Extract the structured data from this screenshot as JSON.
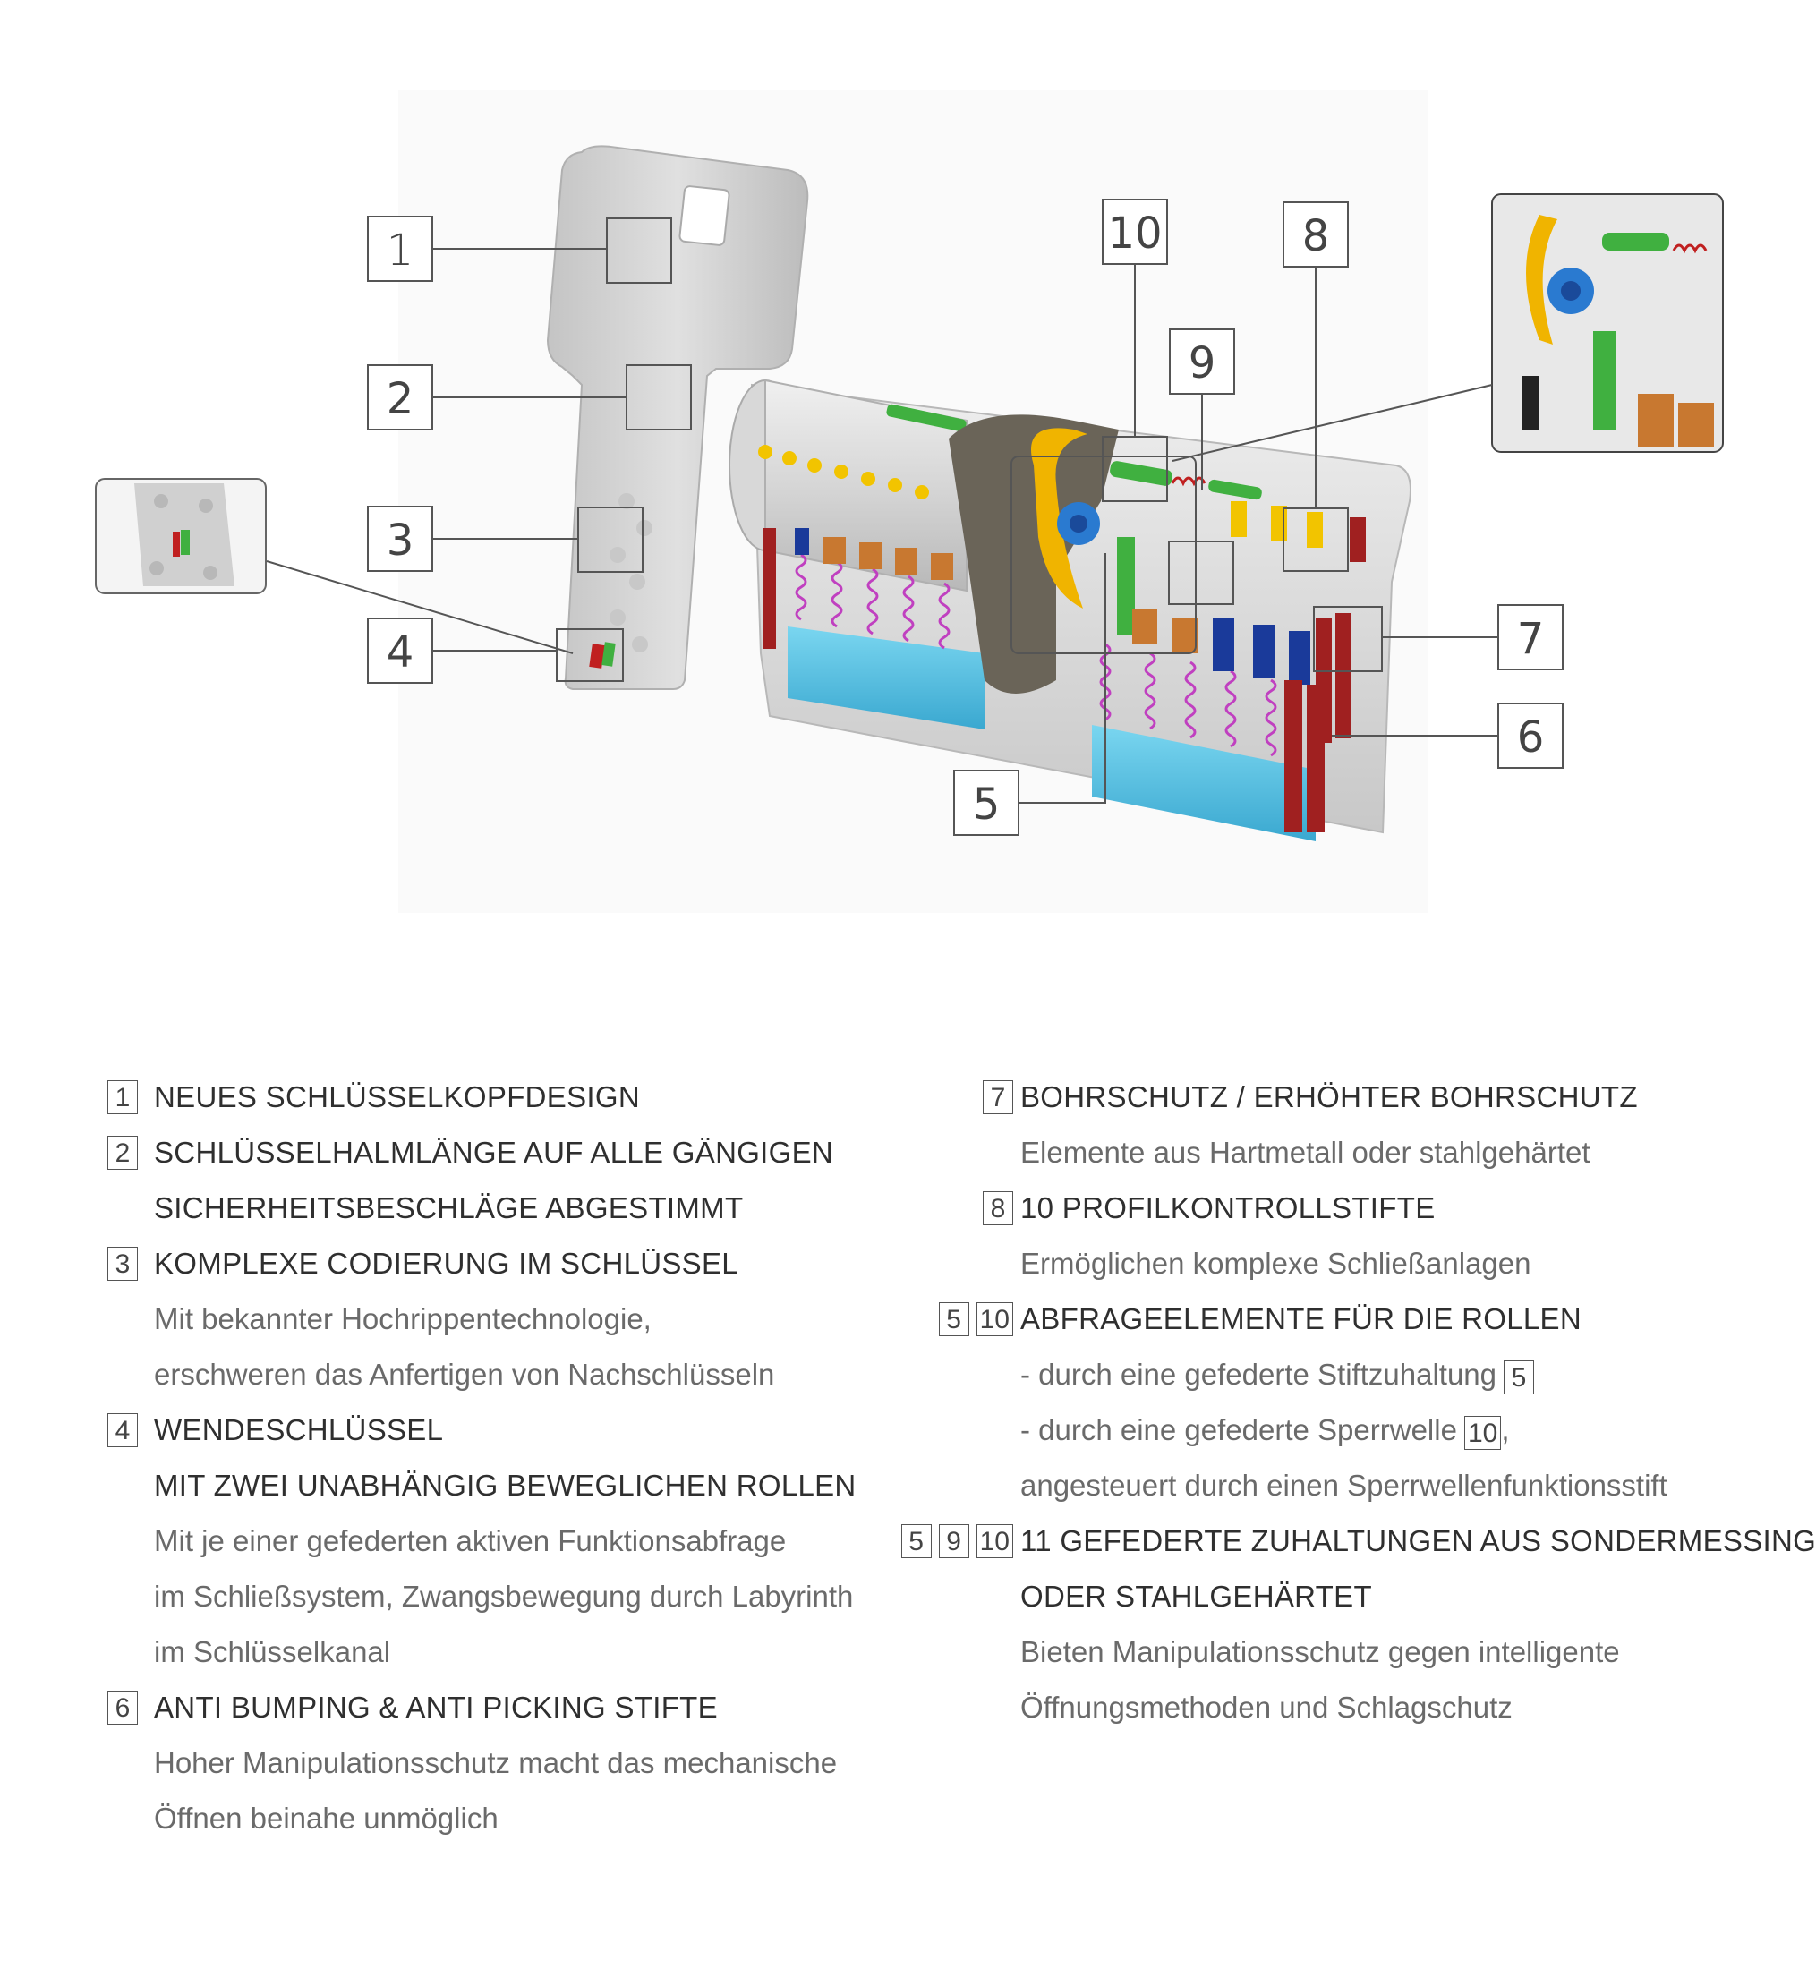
{
  "callouts": [
    {
      "id": "callout-1",
      "text": "1"
    },
    {
      "id": "callout-2",
      "text": "2"
    },
    {
      "id": "callout-3",
      "text": "3"
    },
    {
      "id": "callout-4",
      "text": "4"
    },
    {
      "id": "callout-5",
      "text": "5"
    },
    {
      "id": "callout-6",
      "text": "6"
    },
    {
      "id": "callout-7",
      "text": "7"
    },
    {
      "id": "callout-8",
      "text": "8"
    },
    {
      "id": "callout-9",
      "text": "9"
    },
    {
      "id": "callout-10",
      "text": "10"
    }
  ],
  "colors": {
    "line": "#555555",
    "key": "#d2d2d2",
    "cylinder": "#d8d8d8",
    "yellow": "#f0b400",
    "blue_pin": "#5ec8e8",
    "spring": "#c040c0",
    "copper": "#c87830",
    "red_pin": "#a02020",
    "green": "#40b040",
    "dark_blue": "#1a3a9a"
  },
  "legend_left": [
    {
      "badges": [
        "1"
      ],
      "heading": [
        "NEUES SCHLÜSSELKOPFDESIGN"
      ],
      "desc": []
    },
    {
      "badges": [
        "2"
      ],
      "heading": [
        "SCHLÜSSELHALMLÄNGE AUF ALLE GÄNGIGEN",
        "SICHERHEITSBESCHLÄGE ABGESTIMMT"
      ],
      "desc": []
    },
    {
      "badges": [
        "3"
      ],
      "heading": [
        "KOMPLEXE CODIERUNG IM SCHLÜSSEL"
      ],
      "desc": [
        "Mit bekannter Hochrippentechnologie,",
        "erschweren das Anfertigen von Nachschlüsseln"
      ]
    },
    {
      "badges": [
        "4"
      ],
      "heading": [
        "WENDESCHLÜSSEL",
        "MIT ZWEI UNABHÄNGIG BEWEGLICHEN ROLLEN"
      ],
      "desc": [
        "Mit je einer gefederten aktiven Funktionsabfrage",
        "im Schließsystem, Zwangsbewegung durch Labyrinth",
        "im Schlüsselkanal"
      ]
    },
    {
      "badges": [
        "6"
      ],
      "heading": [
        "ANTI BUMPING & ANTI PICKING STIFTE"
      ],
      "desc": [
        "Hoher Manipulationsschutz macht das mechanische",
        "Öffnen beinahe unmöglich"
      ]
    }
  ],
  "legend_right": {
    "item7": {
      "badge": "7",
      "heading": "BOHRSCHUTZ / ERHÖHTER BOHRSCHUTZ",
      "desc": "Elemente aus Hartmetall oder stahlgehärtet"
    },
    "item8": {
      "badge": "8",
      "heading": "10 PROFILKONTROLLSTIFTE",
      "desc": "Ermöglichen komplexe Schließanlagen"
    },
    "item510": {
      "badge_a": "5",
      "badge_b": "10",
      "heading": "ABFRAGEELEMENTE FÜR DIE ROLLEN",
      "line1": "- durch eine gefederte Stiftzuhaltung",
      "line1_box": "5",
      "line2": "- durch eine gefederte Sperrwelle",
      "line2_box": "10",
      "line2_suffix": ",",
      "line3": "angesteuert durch einen Sperrwellenfunktionsstift"
    },
    "item5910": {
      "badge_a": "5",
      "badge_b": "9",
      "badge_c": "10",
      "heading1": "11 GEFEDERTE ZUHALTUNGEN AUS SONDERMESSING",
      "heading2": "ODER STAHLGEHÄRTET",
      "desc1": "Bieten Manipulationsschutz gegen intelligente",
      "desc2": "Öffnungsmethoden und Schlagschutz"
    }
  }
}
